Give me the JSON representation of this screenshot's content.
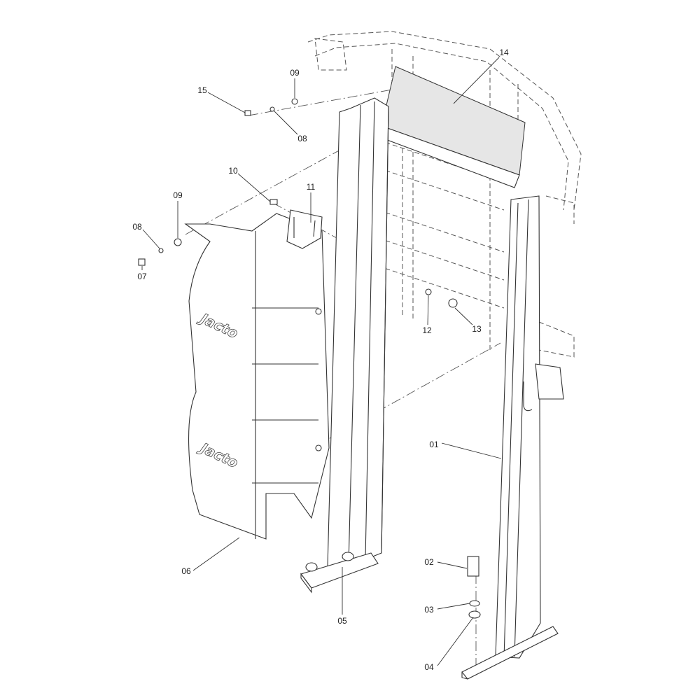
{
  "diagram": {
    "type": "exploded parts diagram",
    "logo_text": "Jacto",
    "callouts": [
      {
        "id": "14",
        "label": "14"
      },
      {
        "id": "09a",
        "label": "09"
      },
      {
        "id": "15",
        "label": "15"
      },
      {
        "id": "08a",
        "label": "08"
      },
      {
        "id": "10",
        "label": "10"
      },
      {
        "id": "11",
        "label": "11"
      },
      {
        "id": "09b",
        "label": "09"
      },
      {
        "id": "08b",
        "label": "08"
      },
      {
        "id": "07",
        "label": "07"
      },
      {
        "id": "12",
        "label": "12"
      },
      {
        "id": "13",
        "label": "13"
      },
      {
        "id": "01",
        "label": "01"
      },
      {
        "id": "02",
        "label": "02"
      },
      {
        "id": "03",
        "label": "03"
      },
      {
        "id": "04",
        "label": "04"
      },
      {
        "id": "05",
        "label": "05"
      },
      {
        "id": "06",
        "label": "06"
      }
    ]
  }
}
